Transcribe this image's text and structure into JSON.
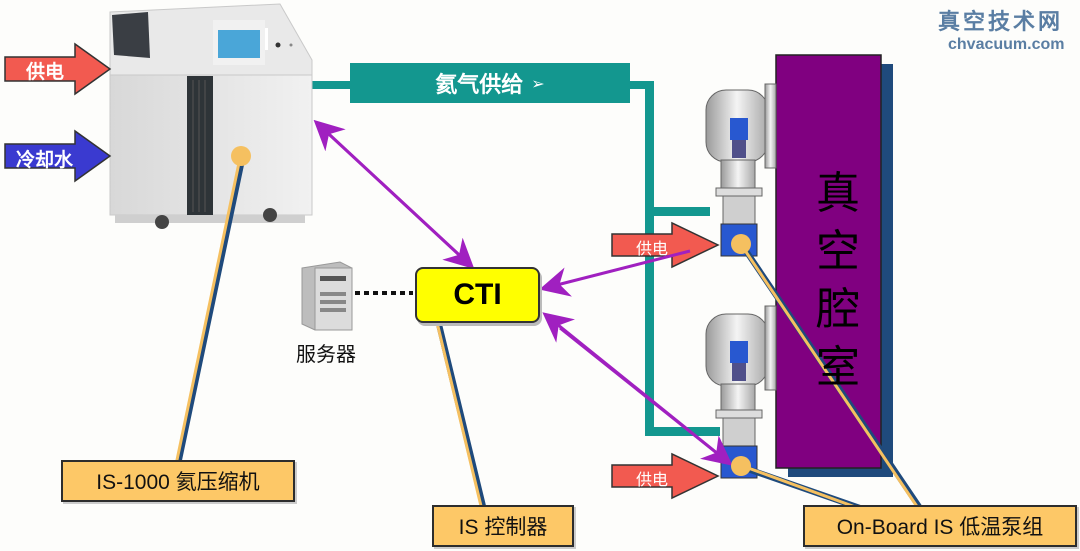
{
  "watermark": {
    "site_name_cn": "真空技术网",
    "site_url": "chvacuum.com"
  },
  "compressor": {
    "callout_label": "IS-1000 氦压缩机",
    "inputs": [
      {
        "label": "供电",
        "color": "#f25a50"
      },
      {
        "label": "冷却水",
        "color": "#3a3ad0"
      }
    ]
  },
  "helium_supply": {
    "label": "氦气供给",
    "arrow_glyph": "➢",
    "color": "#13978f"
  },
  "controller": {
    "box_label": "CTI",
    "callout_label": "IS 控制器",
    "color": "#ffff00"
  },
  "server": {
    "label": "服务器"
  },
  "vacuum_chamber": {
    "label": "真空腔室",
    "chars": [
      "真",
      "空",
      "腔",
      "室"
    ],
    "color": "#800080",
    "shadow_color": "#1f4a7c"
  },
  "cryopumps": {
    "callout_label": "On-Board IS 低温泵组",
    "power_labels": [
      "供电",
      "供电"
    ]
  },
  "colors": {
    "callout_fill": "#fdc867",
    "signal_line": "#a020c0",
    "callout_line": "#f5c060",
    "callout_line_shadow": "#1f4a7c"
  }
}
